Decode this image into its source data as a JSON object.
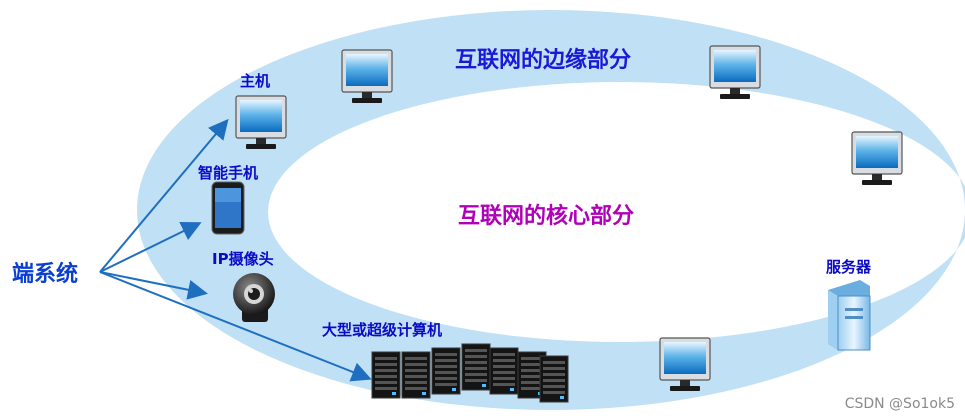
{
  "title_edge": "互联网的边缘部分",
  "title_core": "互联网的核心部分",
  "end_systems_label": "端系统",
  "devices": {
    "host": "主机",
    "phone": "智能手机",
    "camera": "IP摄像头",
    "supercomputer": "大型或超级计算机",
    "server": "服务器"
  },
  "watermark": "CSDN @So1ok5",
  "colors": {
    "ring": "#bfe0f5",
    "edge_title": "#1a1ad6",
    "core_title": "#b000b8",
    "arrows": "#1f6fc0"
  }
}
